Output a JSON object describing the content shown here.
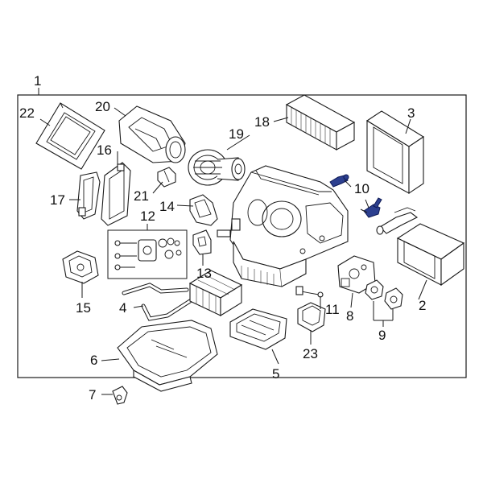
{
  "diagram": {
    "assembly_label": "1",
    "callouts": [
      {
        "id": "1"
      },
      {
        "id": "2"
      },
      {
        "id": "3"
      },
      {
        "id": "4"
      },
      {
        "id": "5"
      },
      {
        "id": "6"
      },
      {
        "id": "7"
      },
      {
        "id": "8"
      },
      {
        "id": "9"
      },
      {
        "id": "10"
      },
      {
        "id": "11"
      },
      {
        "id": "12"
      },
      {
        "id": "13"
      },
      {
        "id": "14"
      },
      {
        "id": "15"
      },
      {
        "id": "16"
      },
      {
        "id": "17"
      },
      {
        "id": "18"
      },
      {
        "id": "19"
      },
      {
        "id": "20"
      },
      {
        "id": "21"
      },
      {
        "id": "22"
      },
      {
        "id": "23"
      }
    ],
    "highlight_color": "#2c3f8f",
    "line_color": "#1a1a1a",
    "background": "#ffffff"
  }
}
